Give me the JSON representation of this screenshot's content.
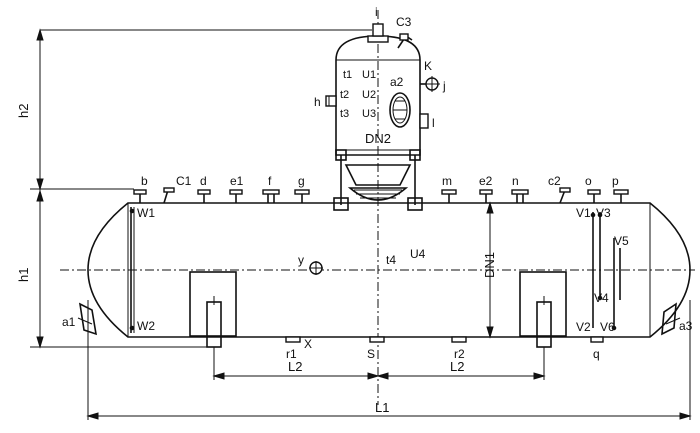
{
  "dimensions": {
    "h1": "h1",
    "h2": "h2",
    "L1": "L1",
    "L2_left": "L2",
    "L2_right": "L2",
    "DN1": "DN1",
    "DN2": "DN2"
  },
  "top_nozzles": {
    "b": "b",
    "c1": "C1",
    "d": "d",
    "e1": "e1",
    "f": "f",
    "g": "g",
    "m": "m",
    "e2": "e2",
    "n": "n",
    "c2": "c2",
    "o": "o",
    "p": "p"
  },
  "dome_labels": {
    "i": "i",
    "c3": "C3",
    "k": "K",
    "j": "j",
    "h": "h",
    "l": "l",
    "a2": "a2",
    "t1": "t1",
    "u1": "U1",
    "t2": "t2",
    "u2": "U2",
    "t3": "t3",
    "u3": "U3"
  },
  "shell_labels": {
    "w1": "W1",
    "w2": "W2",
    "y": "y",
    "t4": "t4",
    "u4": "U4",
    "v1": "V1",
    "v3": "V3",
    "v5": "V5",
    "v4": "V4",
    "v2": "V2",
    "v6": "V6",
    "a1": "a1",
    "a3": "a3"
  },
  "bottom_nozzles": {
    "r1": "r1",
    "x": "X",
    "s": "S",
    "r2": "r2",
    "q": "q"
  }
}
